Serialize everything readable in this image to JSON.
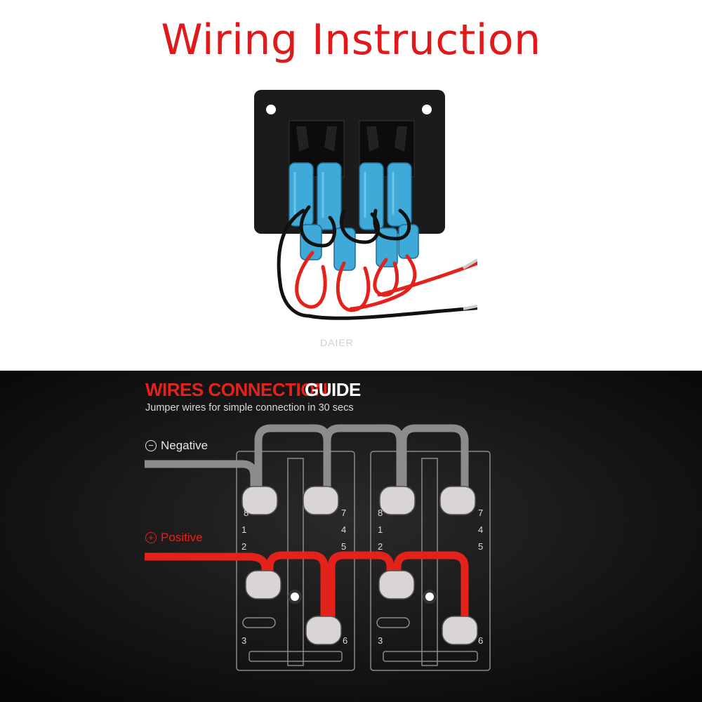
{
  "title": "Wiring Instruction",
  "watermark": "DAIER",
  "guide": {
    "heading_red": "WIRES CONNECTION",
    "heading_white": "GUIDE",
    "subtitle": "Jumper wires for simple connection in 30 secs",
    "negative": {
      "symbol": "⊖",
      "label": "Negative",
      "color": "#8c8c8c"
    },
    "positive": {
      "symbol": "⊕",
      "label": "Positive",
      "color": "#e3231b"
    },
    "switches": [
      {
        "pins": {
          "p8": "8",
          "p7": "7",
          "p1": "1",
          "p4": "4",
          "p2": "2",
          "p5": "5",
          "p3": "3",
          "p6": "6"
        }
      },
      {
        "pins": {
          "p8": "8",
          "p7": "7",
          "p1": "1",
          "p4": "4",
          "p2": "2",
          "p5": "5",
          "p3": "3",
          "p6": "6"
        }
      }
    ]
  },
  "colors": {
    "title": "#e01a1a",
    "panel_bg": "#141414",
    "terminal_blue": "#3fa9d8",
    "wire_red": "#e3231b"
  }
}
